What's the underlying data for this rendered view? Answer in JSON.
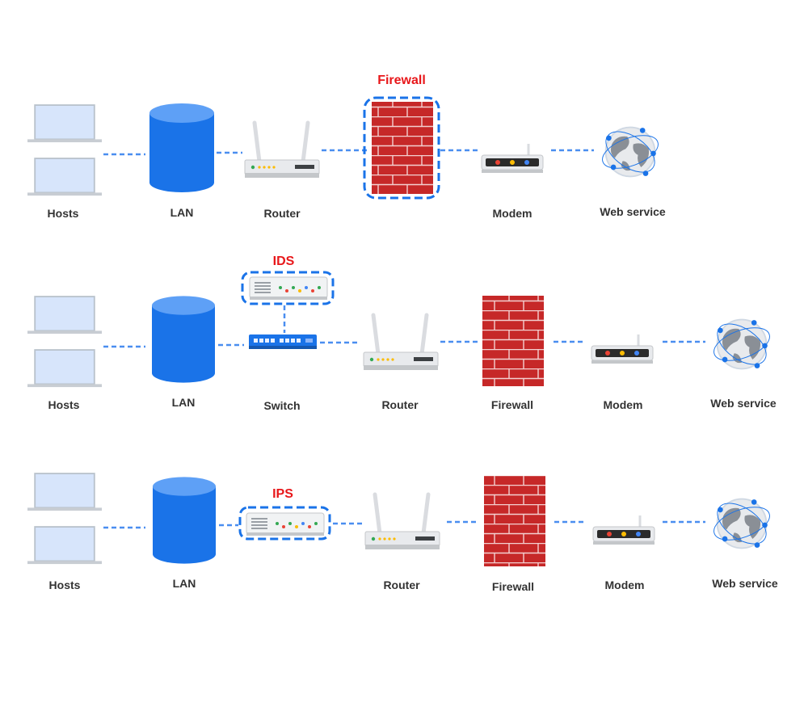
{
  "colors": {
    "highlight_text": "#e8171a",
    "highlight_border": "#1a73e8",
    "link": "#4a8ef0",
    "lan": "#1a73e8",
    "firewall": "#c62828"
  },
  "rows": [
    {
      "highlight": "Firewall",
      "labels": {
        "hosts": "Hosts",
        "lan": "LAN",
        "router": "Router",
        "firewall": "",
        "modem": "Modem",
        "web": "Web service"
      }
    },
    {
      "highlight": "IDS",
      "labels": {
        "hosts": "Hosts",
        "lan": "LAN",
        "switch": "Switch",
        "router": "Router",
        "firewall": "Firewall",
        "modem": "Modem",
        "web": "Web service"
      }
    },
    {
      "highlight": "IPS",
      "labels": {
        "hosts": "Hosts",
        "lan": "LAN",
        "router": "Router",
        "firewall": "Firewall",
        "modem": "Modem",
        "web": "Web service"
      }
    }
  ]
}
